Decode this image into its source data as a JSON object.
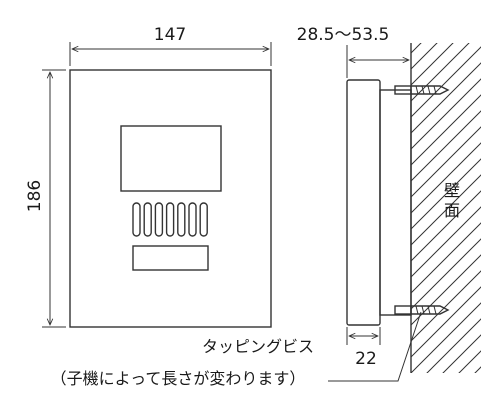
{
  "dimensions": {
    "width": "147",
    "height": "186",
    "depth_range": "28.5～53.5",
    "base_depth": "22"
  },
  "labels": {
    "wall_char_1": "壁",
    "wall_char_2": "面",
    "screw_label": "タッピングビス",
    "screw_note": "（子機によって長さが変わります）"
  },
  "counts": {
    "speaker_slots": 7
  }
}
